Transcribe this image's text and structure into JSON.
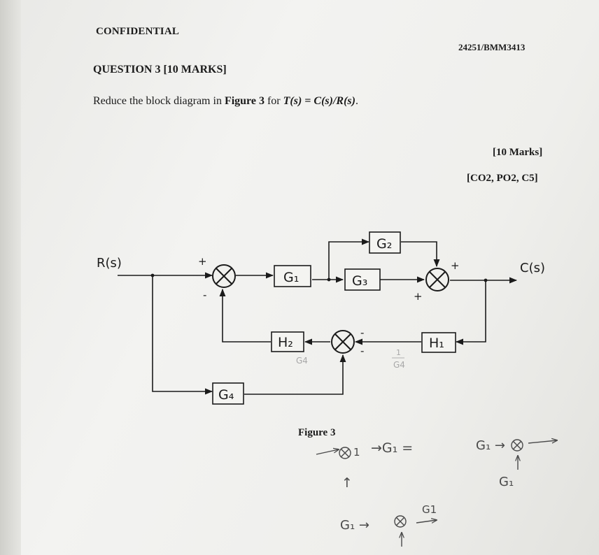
{
  "header": {
    "left": "CONFIDENTIAL",
    "right": "24251/BMM3413"
  },
  "question": {
    "title": "QUESTION 3 [10 MARKS]",
    "text_prefix": "Reduce the block diagram in ",
    "figure_ref": "Figure 3",
    "text_mid": " for ",
    "formula": "T(s) = C(s)/R(s)",
    "text_end": ".",
    "marks": "[10 Marks]",
    "outcomes": "[CO2, PO2, C5]"
  },
  "figure": {
    "caption": "Figure 3",
    "input_label": "R(s)",
    "output_label": "C(s)",
    "blocks": {
      "g1": "G₁",
      "g2": "G₂",
      "g3": "G₃",
      "g4": "G₄",
      "h1": "H₁",
      "h2": "H₂"
    },
    "signs": {
      "sj1_top": "+",
      "sj1_bottom": "-",
      "sj2_top": "+",
      "sj2_left": "+",
      "sj3_right_top": "-",
      "sj3_right_bottom": "-"
    }
  },
  "handwriting": {
    "note_g4_left": "G4",
    "note_g4_right": "G4",
    "note_fraction_top": "1",
    "note_equation_mid": "→G₁ =",
    "note_g1_right": "G₁ →",
    "note_g1_below": "G₁",
    "note_g1_bottom": "G₁ →",
    "note_g1_bottom_top": "G1",
    "note_arrow_up": "↑",
    "note_small_one": "1"
  }
}
